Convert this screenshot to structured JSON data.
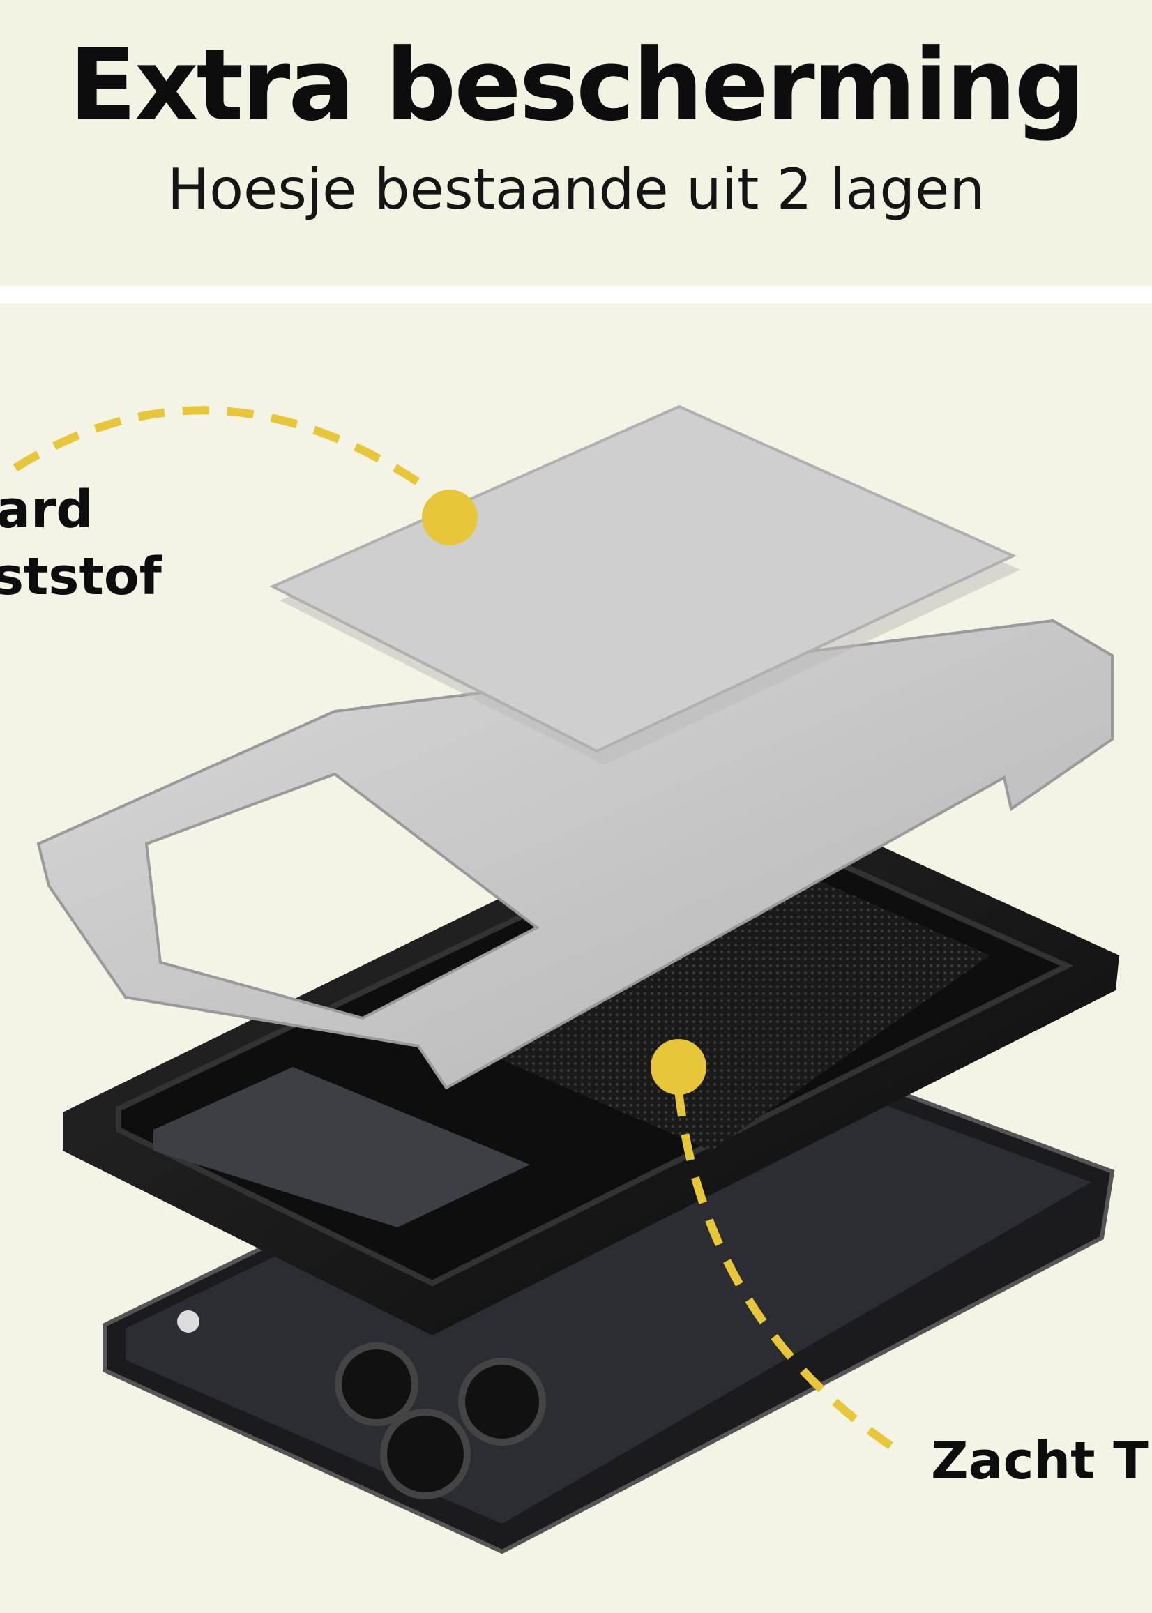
{
  "header": {
    "title": "Extra bescherming",
    "subtitle": "Hoesje bestaande uit 2 lagen"
  },
  "callouts": {
    "hard_line1": "ard",
    "hard_line2": "ststof",
    "soft_line1": "Zacht T"
  },
  "colors": {
    "background": "#f4f4e6",
    "accent_yellow": "#e8c63a",
    "text": "#0d0d0d",
    "silver": "#c9c9c9",
    "case_black": "#141414"
  }
}
